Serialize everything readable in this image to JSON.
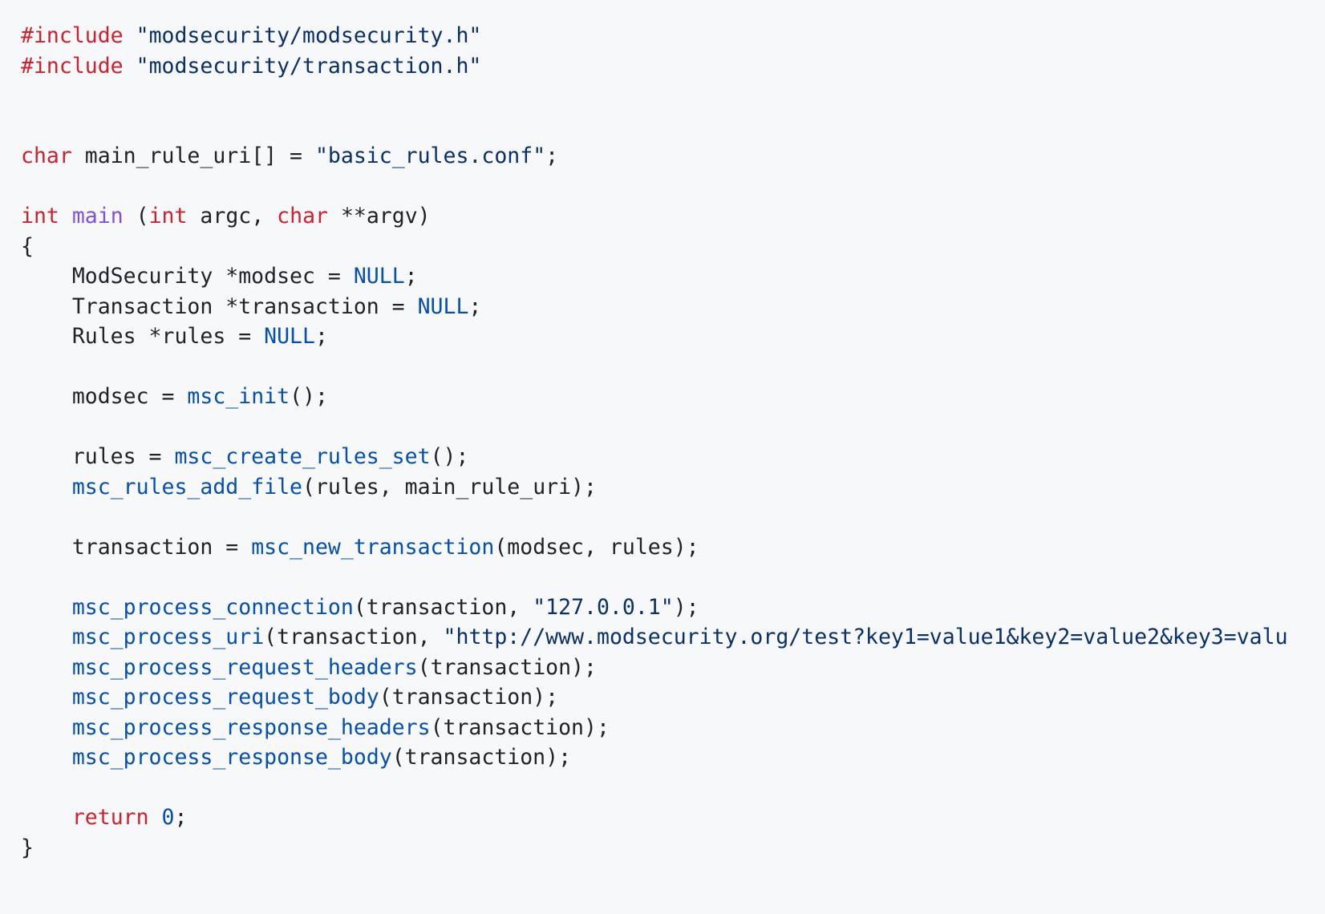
{
  "theme": {
    "background": "#f6f8fa",
    "text": "#1f2328",
    "keyword": "#cf222e",
    "string": "#0a3069",
    "function_def": "#8250df",
    "function_call": "#0550ae",
    "constant": "#0550ae"
  },
  "code": {
    "language": "c",
    "lines": [
      [
        {
          "t": "kw",
          "v": "#include"
        },
        {
          "t": "plain",
          "v": " "
        },
        {
          "t": "str",
          "v": "\"modsecurity/modsecurity.h\""
        }
      ],
      [
        {
          "t": "kw",
          "v": "#include"
        },
        {
          "t": "plain",
          "v": " "
        },
        {
          "t": "str",
          "v": "\"modsecurity/transaction.h\""
        }
      ],
      [],
      [],
      [
        {
          "t": "kw",
          "v": "char"
        },
        {
          "t": "plain",
          "v": " main_rule_uri[] = "
        },
        {
          "t": "str",
          "v": "\"basic_rules.conf\""
        },
        {
          "t": "plain",
          "v": ";"
        }
      ],
      [],
      [
        {
          "t": "kw",
          "v": "int"
        },
        {
          "t": "plain",
          "v": " "
        },
        {
          "t": "fn",
          "v": "main"
        },
        {
          "t": "plain",
          "v": " ("
        },
        {
          "t": "kw",
          "v": "int"
        },
        {
          "t": "plain",
          "v": " argc, "
        },
        {
          "t": "kw",
          "v": "char"
        },
        {
          "t": "plain",
          "v": " **argv)"
        }
      ],
      [
        {
          "t": "plain",
          "v": "{"
        }
      ],
      [
        {
          "t": "plain",
          "v": "    ModSecurity *modsec = "
        },
        {
          "t": "const",
          "v": "NULL"
        },
        {
          "t": "plain",
          "v": ";"
        }
      ],
      [
        {
          "t": "plain",
          "v": "    Transaction *transaction = "
        },
        {
          "t": "const",
          "v": "NULL"
        },
        {
          "t": "plain",
          "v": ";"
        }
      ],
      [
        {
          "t": "plain",
          "v": "    Rules *rules = "
        },
        {
          "t": "const",
          "v": "NULL"
        },
        {
          "t": "plain",
          "v": ";"
        }
      ],
      [],
      [
        {
          "t": "plain",
          "v": "    modsec = "
        },
        {
          "t": "call",
          "v": "msc_init"
        },
        {
          "t": "plain",
          "v": "();"
        }
      ],
      [],
      [
        {
          "t": "plain",
          "v": "    rules = "
        },
        {
          "t": "call",
          "v": "msc_create_rules_set"
        },
        {
          "t": "plain",
          "v": "();"
        }
      ],
      [
        {
          "t": "plain",
          "v": "    "
        },
        {
          "t": "call",
          "v": "msc_rules_add_file"
        },
        {
          "t": "plain",
          "v": "(rules, main_rule_uri);"
        }
      ],
      [],
      [
        {
          "t": "plain",
          "v": "    transaction = "
        },
        {
          "t": "call",
          "v": "msc_new_transaction"
        },
        {
          "t": "plain",
          "v": "(modsec, rules);"
        }
      ],
      [],
      [
        {
          "t": "plain",
          "v": "    "
        },
        {
          "t": "call",
          "v": "msc_process_connection"
        },
        {
          "t": "plain",
          "v": "(transaction, "
        },
        {
          "t": "str",
          "v": "\"127.0.0.1\""
        },
        {
          "t": "plain",
          "v": ");"
        }
      ],
      [
        {
          "t": "plain",
          "v": "    "
        },
        {
          "t": "call",
          "v": "msc_process_uri"
        },
        {
          "t": "plain",
          "v": "(transaction, "
        },
        {
          "t": "str",
          "v": "\"http://www.modsecurity.org/test?key1=value1&key2=value2&key3=valu"
        }
      ],
      [
        {
          "t": "plain",
          "v": "    "
        },
        {
          "t": "call",
          "v": "msc_process_request_headers"
        },
        {
          "t": "plain",
          "v": "(transaction);"
        }
      ],
      [
        {
          "t": "plain",
          "v": "    "
        },
        {
          "t": "call",
          "v": "msc_process_request_body"
        },
        {
          "t": "plain",
          "v": "(transaction);"
        }
      ],
      [
        {
          "t": "plain",
          "v": "    "
        },
        {
          "t": "call",
          "v": "msc_process_response_headers"
        },
        {
          "t": "plain",
          "v": "(transaction);"
        }
      ],
      [
        {
          "t": "plain",
          "v": "    "
        },
        {
          "t": "call",
          "v": "msc_process_response_body"
        },
        {
          "t": "plain",
          "v": "(transaction);"
        }
      ],
      [],
      [
        {
          "t": "plain",
          "v": "    "
        },
        {
          "t": "kw",
          "v": "return"
        },
        {
          "t": "plain",
          "v": " "
        },
        {
          "t": "const",
          "v": "0"
        },
        {
          "t": "plain",
          "v": ";"
        }
      ],
      [
        {
          "t": "plain",
          "v": "}"
        }
      ]
    ]
  }
}
